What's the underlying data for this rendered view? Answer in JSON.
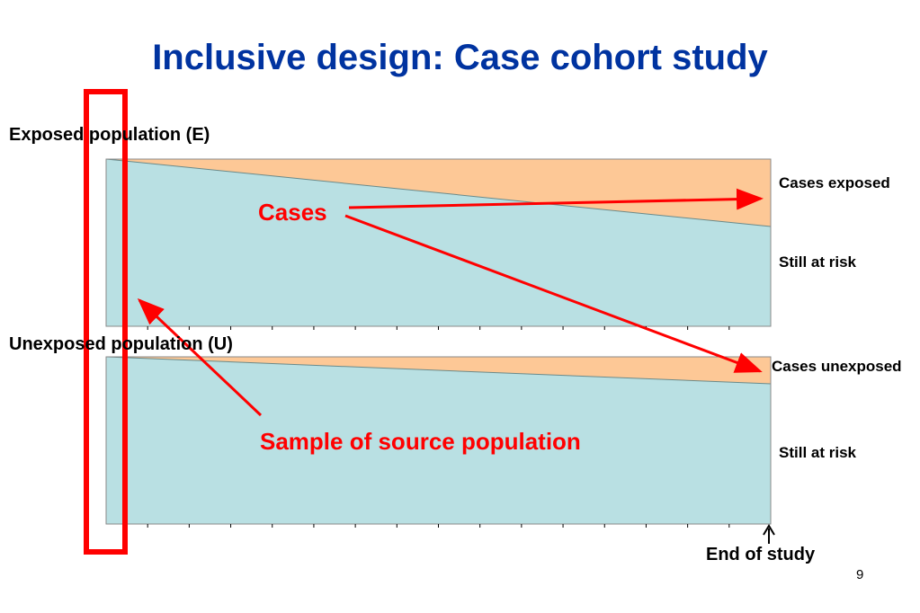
{
  "title": "Inclusive design: Case cohort study",
  "exposed_label": "Exposed population (E)",
  "unexposed_label": "Unexposed population (U)",
  "exposed_cases_label": "Cases exposed",
  "exposed_at_risk_label": "Still at risk",
  "unexposed_cases_label": "Cases unexposed",
  "unexposed_at_risk_label": "Still at risk",
  "cases_annotation": "Cases",
  "sample_annotation": "Sample of source population",
  "end_of_study_label": "End of study",
  "page_number": "9",
  "colors": {
    "at_risk": "#b9e0e3",
    "cases": "#fdc896",
    "title": "#0033a0",
    "annotation": "#ff0000"
  }
}
